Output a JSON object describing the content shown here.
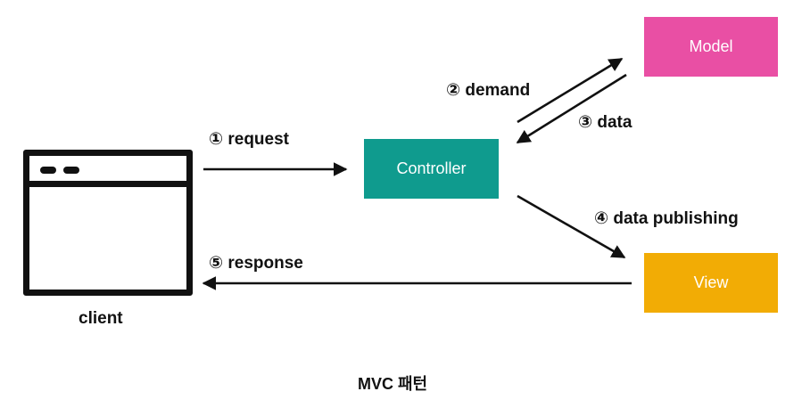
{
  "diagram": {
    "caption": "MVC 패턴",
    "client_label": "client",
    "nodes": {
      "controller": {
        "label": "Controller",
        "color": "#0f9b8e"
      },
      "model": {
        "label": "Model",
        "color": "#e94fa4"
      },
      "view": {
        "label": "View",
        "color": "#f2ac05"
      }
    },
    "steps": {
      "request": "① request",
      "demand": "② demand",
      "data": "③ data",
      "publishing": "④ data publishing",
      "response": "⑤ response"
    }
  }
}
